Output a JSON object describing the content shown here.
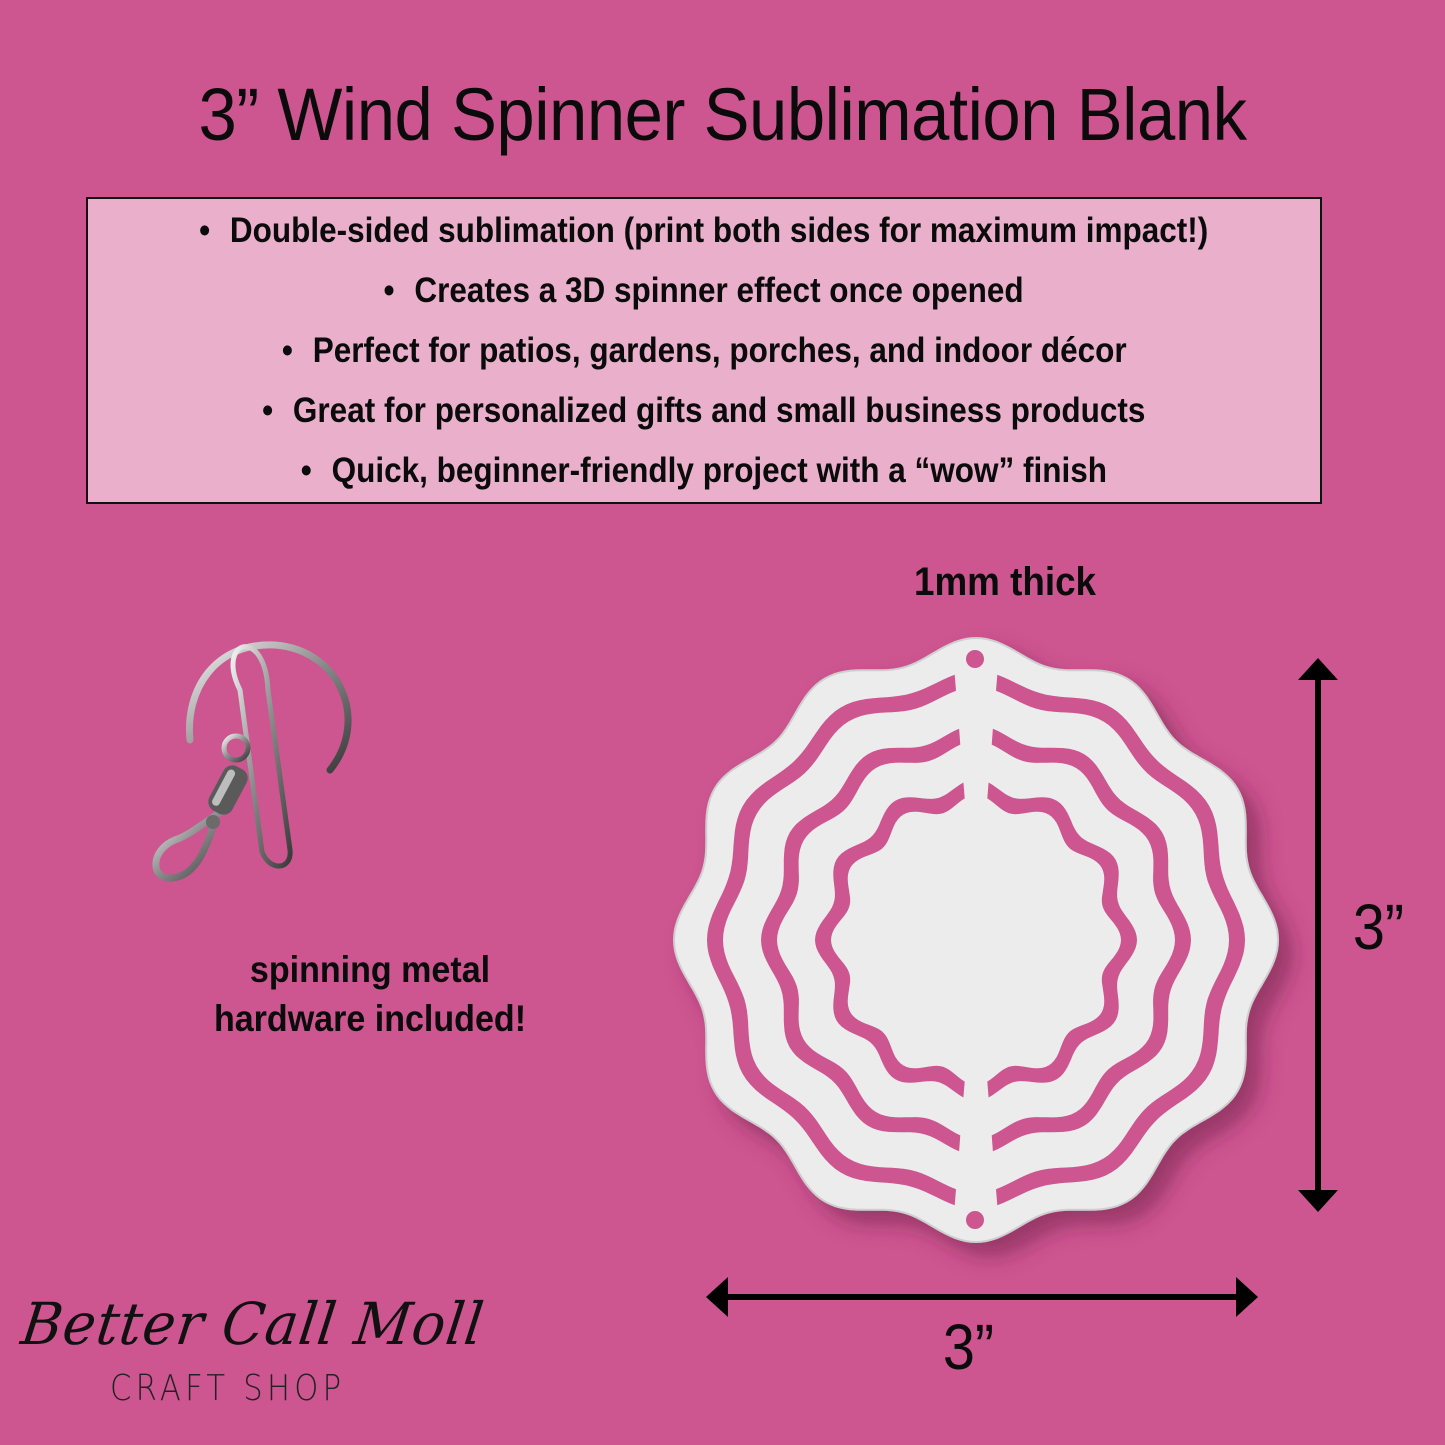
{
  "title": "3” Wind Spinner Sublimation Blank",
  "features": [
    "Double-sided sublimation (print both sides for maximum impact!)",
    "Creates a 3D spinner effect once opened",
    "Perfect for patios, gardens, porches, and indoor décor",
    "Great for personalized gifts and small business products",
    "Quick, beginner-friendly project with a “wow” finish"
  ],
  "bullet": "•",
  "thickness_label": "1mm thick",
  "hardware_label_line1": "spinning metal",
  "hardware_label_line2": "hardware included!",
  "height_label": "3”",
  "width_label": "3”",
  "brand": {
    "name": "Better Call Moll",
    "subtitle": "CRAFT SHOP"
  },
  "colors": {
    "background": "#cd5590",
    "panel": "#e9afcb",
    "spinner": "#ececec",
    "text": "#0b0b0b"
  },
  "icons": [
    "swivel-hook-icon",
    "wind-spinner-icon",
    "dimension-arrow-icon"
  ]
}
